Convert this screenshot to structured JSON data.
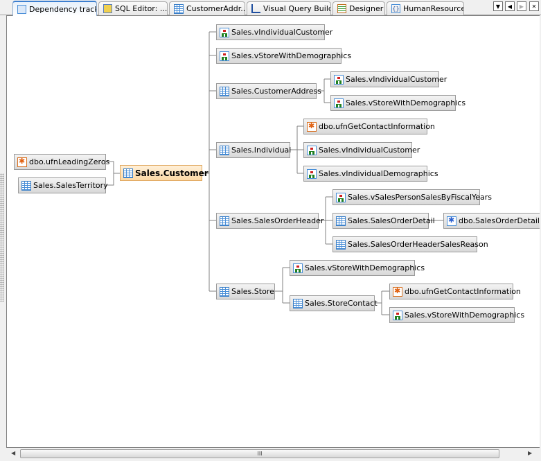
{
  "tabs": [
    {
      "label": "Dependency tracker",
      "icon": "dependency-icon",
      "active": true
    },
    {
      "label": "SQL Editor: ...",
      "icon": "sql-editor-icon"
    },
    {
      "label": "CustomerAddr...",
      "icon": "table-icon"
    },
    {
      "label": "Visual Query Builder",
      "icon": "query-builder-icon"
    },
    {
      "label": "Designer",
      "icon": "designer-icon"
    },
    {
      "label": "HumanResources",
      "icon": "schema-icon"
    }
  ],
  "tab_controls": {
    "dropdown": "▼",
    "prev": "◀",
    "next": "▶",
    "close": "✕"
  },
  "graph": {
    "root": {
      "label": "Sales.Customer",
      "icon": "table"
    },
    "dependencies": [
      {
        "label": "dbo.ufnLeadingZeros",
        "icon": "function"
      },
      {
        "label": "Sales.SalesTerritory",
        "icon": "table"
      }
    ],
    "dependents": [
      {
        "label": "Sales.vIndividualCustomer",
        "icon": "view"
      },
      {
        "label": "Sales.vStoreWithDemographics",
        "icon": "view"
      },
      {
        "label": "Sales.CustomerAddress",
        "icon": "table",
        "children": [
          {
            "label": "Sales.vIndividualCustomer",
            "icon": "view"
          },
          {
            "label": "Sales.vStoreWithDemographics",
            "icon": "view"
          }
        ]
      },
      {
        "label": "Sales.Individual",
        "icon": "table",
        "children": [
          {
            "label": "dbo.ufnGetContactInformation",
            "icon": "function"
          },
          {
            "label": "Sales.vIndividualCustomer",
            "icon": "view"
          },
          {
            "label": "Sales.vIndividualDemographics",
            "icon": "view"
          }
        ]
      },
      {
        "label": "Sales.SalesOrderHeader",
        "icon": "table",
        "children": [
          {
            "label": "Sales.vSalesPersonSalesByFiscalYears",
            "icon": "view"
          },
          {
            "label": "Sales.SalesOrderDetail",
            "icon": "table",
            "children": [
              {
                "label": "dbo.SalesOrderDetailFet",
                "icon": "trigger"
              }
            ]
          },
          {
            "label": "Sales.SalesOrderHeaderSalesReason",
            "icon": "table"
          }
        ]
      },
      {
        "label": "Sales.Store",
        "icon": "table",
        "children": [
          {
            "label": "Sales.vStoreWithDemographics",
            "icon": "view"
          },
          {
            "label": "Sales.StoreContact",
            "icon": "table",
            "children": [
              {
                "label": "dbo.ufnGetContactInformation",
                "icon": "function"
              },
              {
                "label": "Sales.vStoreWithDemographics",
                "icon": "view"
              }
            ]
          }
        ]
      }
    ]
  },
  "scrollbar": {
    "grip": "III"
  }
}
